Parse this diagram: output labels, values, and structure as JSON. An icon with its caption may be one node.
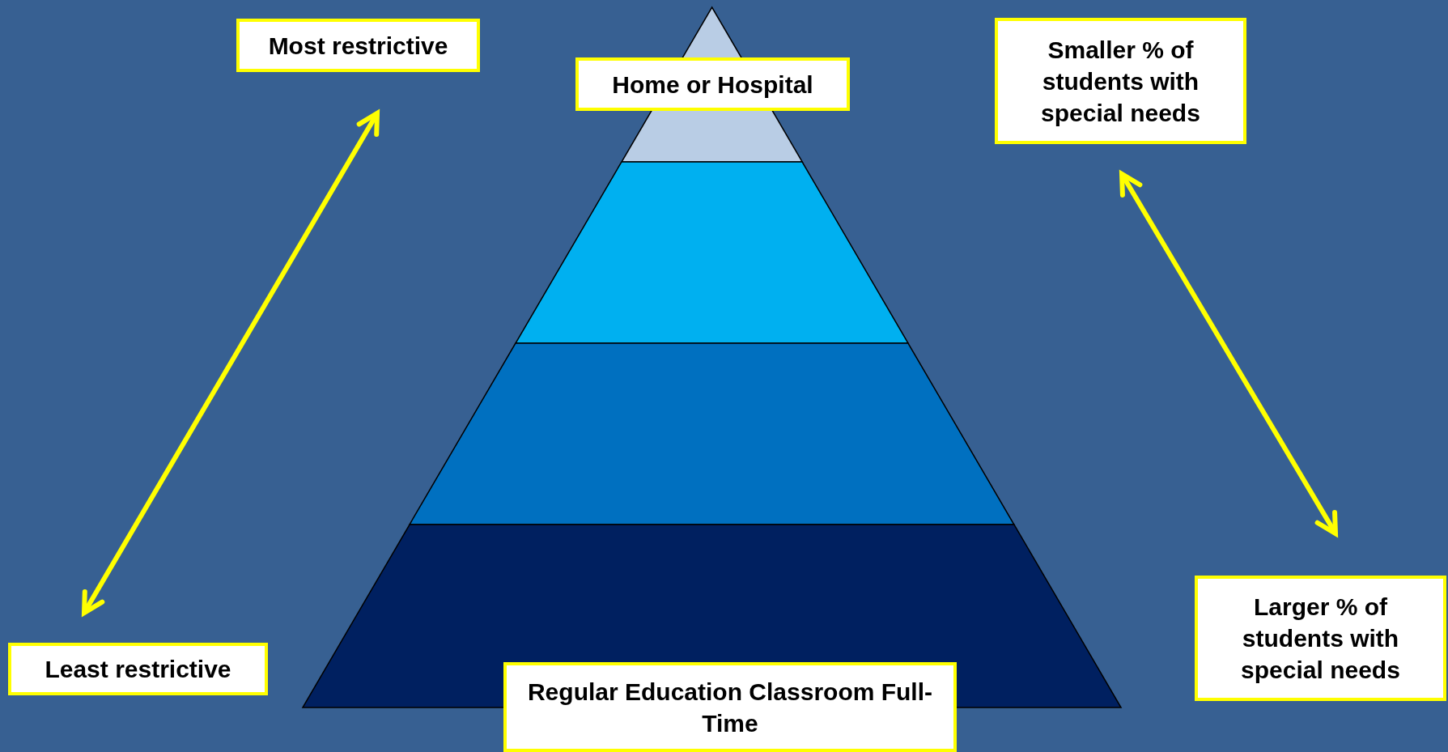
{
  "diagram": {
    "nodes": [
      {
        "text": [
          "Most restrictive"
        ]
      },
      {
        "text": [
          "Home or Hospital"
        ]
      },
      {
        "text": [
          "Smaller % of students with special needs"
        ]
      },
      {
        "text": [],
        "shape": "triangle"
      },
      {
        "text": [],
        "shape": "trapezoid"
      },
      {
        "text": [],
        "shape": "trapezoid"
      },
      {
        "text": [],
        "shape": "trapezoid"
      },
      {
        "text": [
          "Least restrictive"
        ]
      },
      {
        "text": [
          "Regular Education Classroom Full-Time"
        ]
      },
      {
        "text": [
          "Larger % of students with special needs"
        ]
      }
    ]
  }
}
